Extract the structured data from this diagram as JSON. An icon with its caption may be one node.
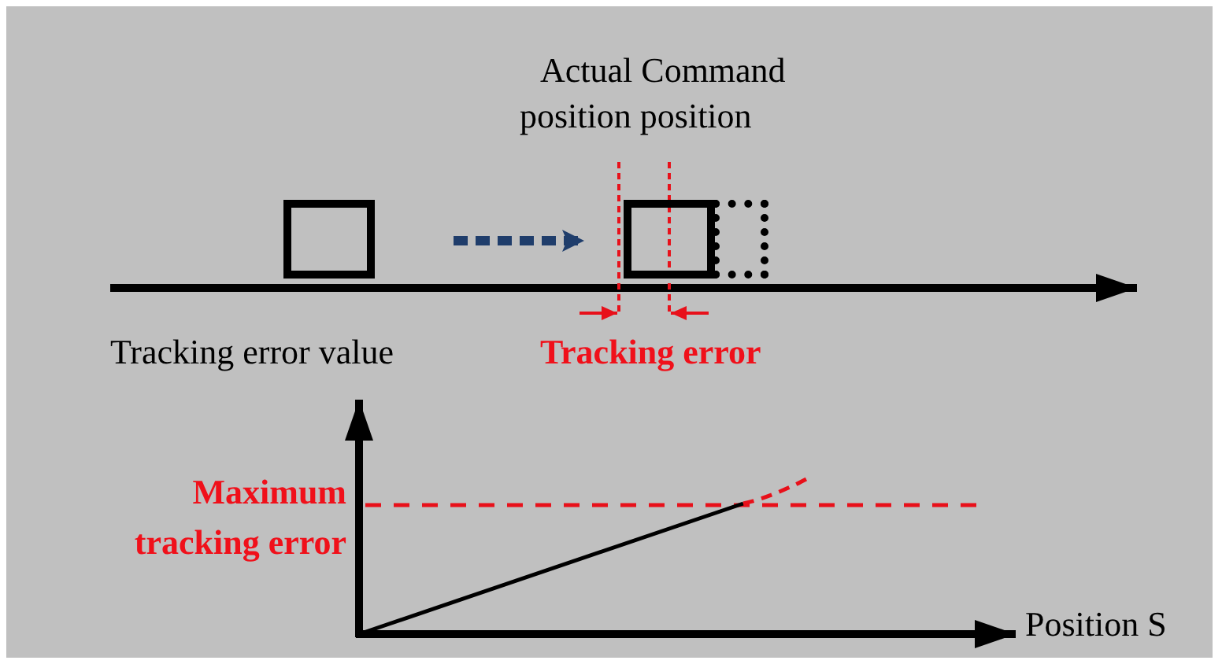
{
  "diagram": {
    "nodes": [
      {
        "text": [],
        "shape": "box"
      },
      {
        "text": [],
        "shape": "box"
      },
      {
        "text": [],
        "shape": "box"
      }
    ],
    "edges": [
      {
        "from": 0,
        "to": 1,
        "arrow": "to",
        "style": "dashed",
        "color": "#1f3d6b"
      }
    ],
    "labels": [
      "Actual Command position position",
      "Tracking error value",
      "Tracking error",
      "Maximum tracking error",
      "Position S"
    ]
  }
}
